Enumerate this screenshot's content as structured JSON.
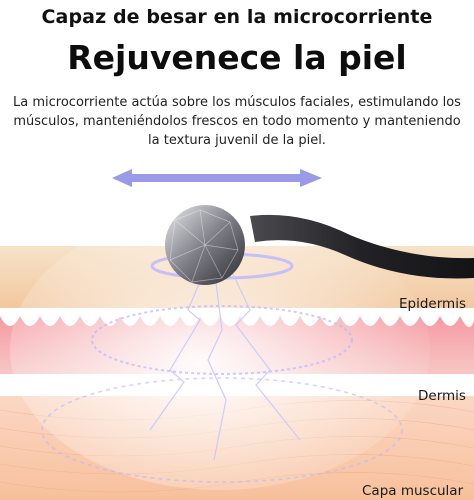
{
  "header": {
    "subtitle": "Capaz de besar en la microcorriente",
    "title": "Rejuvenece la piel",
    "description": "La microcorriente actúa sobre los músculos faciales, estimulando los músculos, manteniéndolos frescos en todo momento y manteniendo la textura juvenil de la piel."
  },
  "layers": {
    "epidermis": "Epidermis",
    "dermis": "Dermis",
    "muscle": "Capa muscular"
  },
  "colors": {
    "arrow": "#8f8fe6",
    "skin_top": "#f5d6b4",
    "dermis": "#f6b2b4",
    "muscle": "#f8c9a8",
    "energy": "#b9b6ff"
  }
}
